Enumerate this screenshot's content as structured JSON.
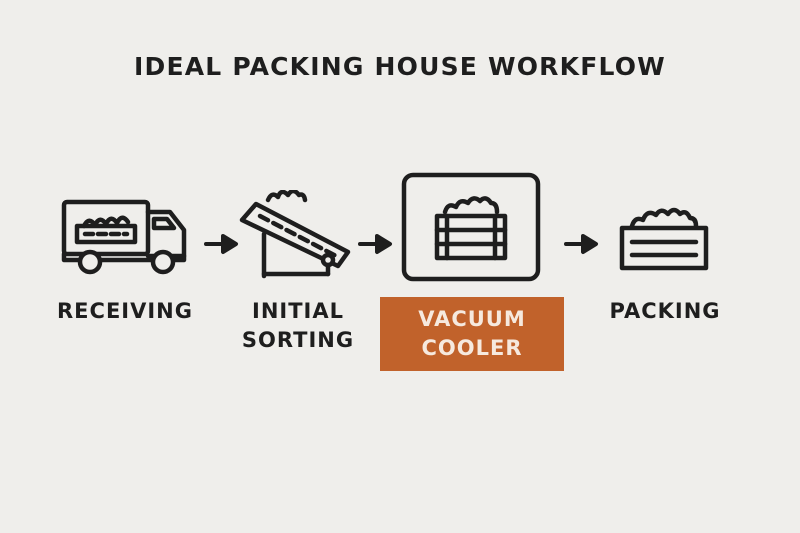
{
  "title": "IDEAL PACKING HOUSE WORKFLOW",
  "steps": [
    {
      "id": "receiving",
      "icon": "truck-icon",
      "lines": [
        "RECEIVING"
      ]
    },
    {
      "id": "initial-sorting",
      "icon": "conveyor-belt-icon",
      "lines": [
        "INITIAL",
        "SORTING"
      ]
    },
    {
      "id": "vacuum-cooler",
      "icon": "crate-icon",
      "lines": [
        "VACUUM",
        "COOLER"
      ],
      "highlighted": true
    },
    {
      "id": "packing",
      "icon": "produce-crate-icon",
      "lines": [
        "PACKING"
      ]
    }
  ],
  "colors": {
    "background": "#efeeeb",
    "ink": "#1e1e1e",
    "accent": "#c1622b",
    "accent_text": "#f6e9de"
  }
}
